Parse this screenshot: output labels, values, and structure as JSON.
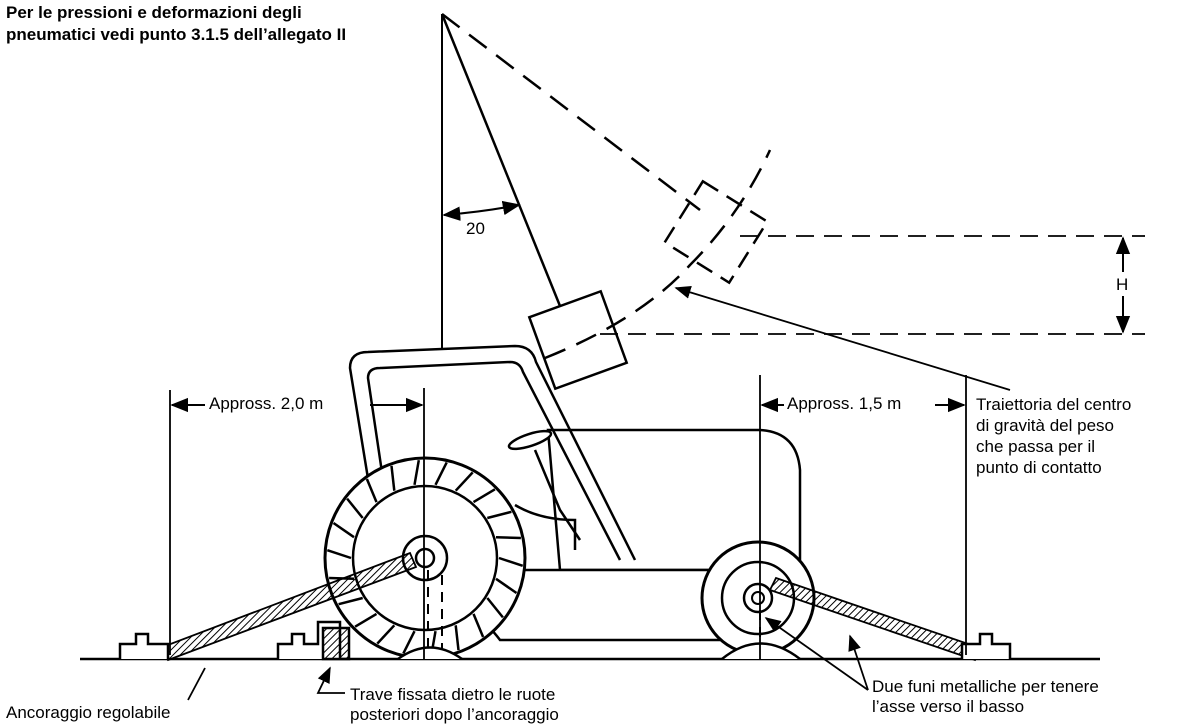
{
  "note": {
    "line1": "Per le pressioni e deformazioni degli",
    "line2": "pneumatici vedi punto 3.1.5 dell’allegato II"
  },
  "angle_label": "20",
  "height_label": "H",
  "dimension_left": "Appross. 2,0 m",
  "dimension_right": "Appross. 1,5 m",
  "trajectory_note": {
    "line1": "Traiettoria del centro",
    "line2": "di gravità del peso",
    "line3": "che passa per il",
    "line4": "punto di contatto"
  },
  "anchor_label": "Ancoraggio regolabile",
  "beam_note": {
    "line1": "Trave fissata dietro le ruote",
    "line2": "posteriori dopo l’ancoraggio"
  },
  "cables_note": {
    "line1": "Due funi metalliche per tenere",
    "line2": "l’asse verso il basso"
  }
}
